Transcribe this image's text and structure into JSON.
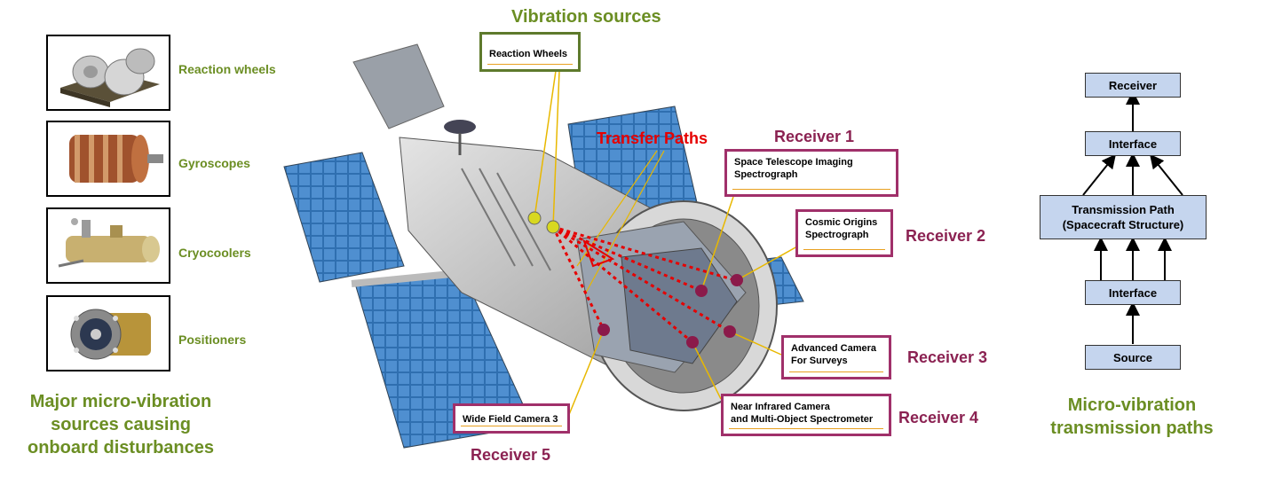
{
  "left": {
    "sources": [
      {
        "label": "Reaction wheels"
      },
      {
        "label": "Gyroscopes"
      },
      {
        "label": "Cryocoolers"
      },
      {
        "label": "Positioners"
      }
    ],
    "caption_lines": [
      "Major micro-vibration",
      "sources causing",
      "onboard disturbances"
    ]
  },
  "center": {
    "vibration_title": "Vibration sources",
    "transfer_title": "Transfer Paths",
    "reaction_wheels_callout": "Reaction Wheels",
    "receivers": [
      {
        "title": "Receiver 1",
        "lines": [
          "Space Telescope Imaging",
          "Spectrograph"
        ]
      },
      {
        "title": "Receiver 2",
        "lines": [
          "Cosmic Origins",
          "Spectrograph"
        ]
      },
      {
        "title": "Receiver 3",
        "lines": [
          "Advanced Camera",
          "For Surveys"
        ]
      },
      {
        "title": "Receiver 4",
        "lines": [
          "Near Infrared Camera",
          "and Multi-Object Spectrometer"
        ]
      },
      {
        "title": "Receiver 5",
        "lines": [
          "Wide Field Camera 3"
        ]
      }
    ]
  },
  "right": {
    "flow": {
      "receiver": "Receiver",
      "interface_top": "Interface",
      "path_lines": [
        "Transmission Path",
        "(Spacecraft Structure)"
      ],
      "interface_bottom": "Interface",
      "source": "Source"
    },
    "caption_lines": [
      "Micro-vibration",
      "transmission paths"
    ]
  },
  "colors": {
    "source_green": "#6b8e23",
    "receiver_maroon": "#8b2252",
    "callout_border": "#a0306a",
    "transfer_red": "#e60000",
    "flow_fill": "#c5d5ee"
  }
}
